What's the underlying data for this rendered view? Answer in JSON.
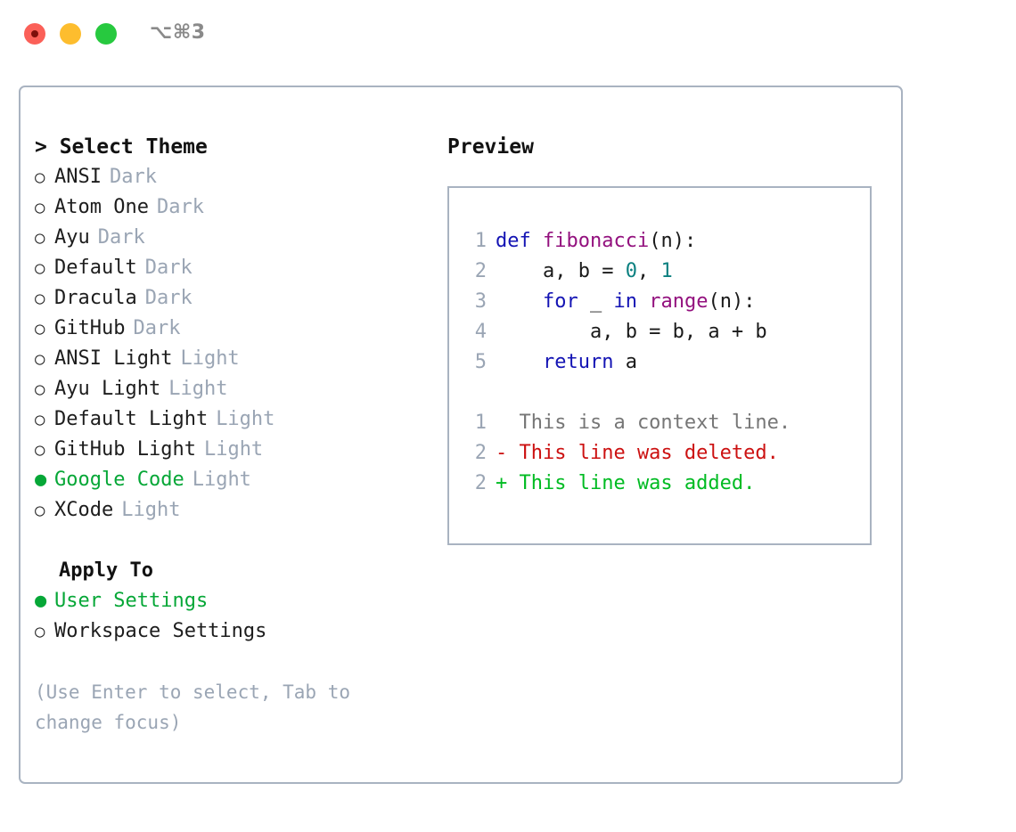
{
  "window": {
    "shortcut_label": "⌥⌘3",
    "traffic_lights": [
      "close-red",
      "minimize-yellow",
      "maximize-green"
    ]
  },
  "theme_picker": {
    "heading": "> Select Theme",
    "bullet_unselected": "○",
    "bullet_selected": "●",
    "options": [
      {
        "label": "ANSI",
        "tag": "Dark",
        "selected": false
      },
      {
        "label": "Atom One",
        "tag": "Dark",
        "selected": false
      },
      {
        "label": "Ayu",
        "tag": "Dark",
        "selected": false
      },
      {
        "label": "Default",
        "tag": "Dark",
        "selected": false
      },
      {
        "label": "Dracula",
        "tag": "Dark",
        "selected": false
      },
      {
        "label": "GitHub",
        "tag": "Dark",
        "selected": false
      },
      {
        "label": "ANSI Light",
        "tag": "Light",
        "selected": false
      },
      {
        "label": "Ayu Light",
        "tag": "Light",
        "selected": false
      },
      {
        "label": "Default Light",
        "tag": "Light",
        "selected": false
      },
      {
        "label": "GitHub Light",
        "tag": "Light",
        "selected": false
      },
      {
        "label": "Google Code",
        "tag": "Light",
        "selected": true
      },
      {
        "label": "XCode",
        "tag": "Light",
        "selected": false
      }
    ]
  },
  "apply_to": {
    "heading": "Apply To",
    "options": [
      {
        "label": "User Settings",
        "selected": true
      },
      {
        "label": "Workspace Settings",
        "selected": false
      }
    ]
  },
  "hint": "(Use Enter to select, Tab to change focus)",
  "preview": {
    "heading": "Preview",
    "code_lines": [
      {
        "num": "1",
        "tokens": [
          {
            "t": "def ",
            "c": "kw"
          },
          {
            "t": "fibonacci",
            "c": "fn"
          },
          {
            "t": "(n):",
            "c": "pl"
          }
        ]
      },
      {
        "num": "2",
        "tokens": [
          {
            "t": "    a, b = ",
            "c": "pl"
          },
          {
            "t": "0",
            "c": "num"
          },
          {
            "t": ", ",
            "c": "pl"
          },
          {
            "t": "1",
            "c": "num"
          }
        ]
      },
      {
        "num": "3",
        "tokens": [
          {
            "t": "    ",
            "c": "pl"
          },
          {
            "t": "for",
            "c": "kw"
          },
          {
            "t": " _ ",
            "c": "pl"
          },
          {
            "t": "in",
            "c": "kw"
          },
          {
            "t": " ",
            "c": "pl"
          },
          {
            "t": "range",
            "c": "fn"
          },
          {
            "t": "(n):",
            "c": "pl"
          }
        ]
      },
      {
        "num": "4",
        "tokens": [
          {
            "t": "        a, b = b, a + b",
            "c": "pl"
          }
        ]
      },
      {
        "num": "5",
        "tokens": [
          {
            "t": "    ",
            "c": "pl"
          },
          {
            "t": "return",
            "c": "kw"
          },
          {
            "t": " a",
            "c": "pl"
          }
        ]
      }
    ],
    "diff_lines": [
      {
        "num": "1",
        "marker": " ",
        "text": " This is a context line.",
        "kind": "ctx"
      },
      {
        "num": "2",
        "marker": "-",
        "text": " This line was deleted.",
        "kind": "del"
      },
      {
        "num": "2",
        "marker": "+",
        "text": " This line was added.",
        "kind": "add"
      }
    ]
  },
  "colors": {
    "accent_green": "#06a737",
    "muted_gray": "#9aa5b4",
    "border": "#a9b3c1",
    "keyword": "#1414b4",
    "function": "#93117e",
    "number": "#0b8080",
    "diff_added": "#00bb22",
    "diff_deleted": "#cc1111",
    "diff_context": "#767676"
  }
}
